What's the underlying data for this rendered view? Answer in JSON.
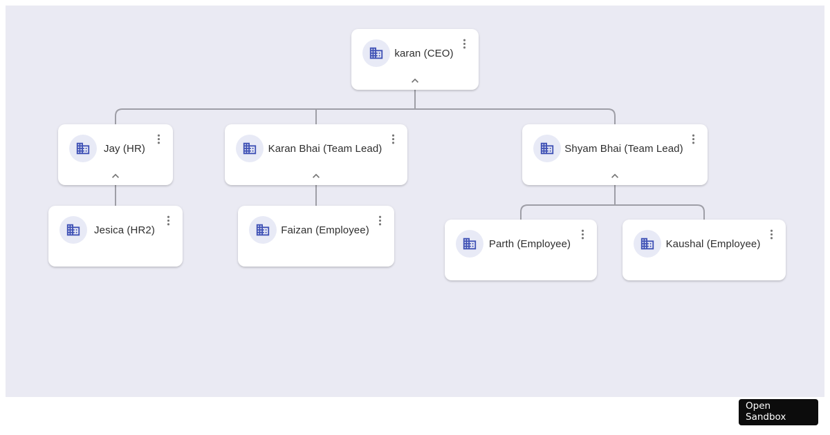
{
  "colors": {
    "page_bg": "#ffffff",
    "canvas_bg": "#eaeaf3",
    "card_bg": "#ffffff",
    "avatar_bg": "#e8eaf6",
    "building_icon": "#3f51b5",
    "label_text": "#2e2e2e",
    "muted_icon": "#757575",
    "connector_line": "#9e9ea6",
    "sandbox_button_bg": "#0c0c0c",
    "sandbox_button_text": "#ffffff"
  },
  "org_chart": {
    "nodes": [
      {
        "label": "karan (CEO)",
        "icon": "building-icon",
        "has_children": true,
        "menu_icon": "more-vert-icon",
        "collapse_icon": "chevron-up-icon"
      },
      {
        "label": "Jay (HR)",
        "icon": "building-icon",
        "has_children": true,
        "menu_icon": "more-vert-icon",
        "collapse_icon": "chevron-up-icon"
      },
      {
        "label": "Karan Bhai (Team Lead)",
        "icon": "building-icon",
        "has_children": true,
        "menu_icon": "more-vert-icon",
        "collapse_icon": "chevron-up-icon"
      },
      {
        "label": "Shyam Bhai (Team Lead)",
        "icon": "building-icon",
        "has_children": true,
        "menu_icon": "more-vert-icon",
        "collapse_icon": "chevron-up-icon"
      },
      {
        "label": "Jesica (HR2)",
        "icon": "building-icon",
        "has_children": false,
        "menu_icon": "more-vert-icon"
      },
      {
        "label": "Faizan (Employee)",
        "icon": "building-icon",
        "has_children": false,
        "menu_icon": "more-vert-icon"
      },
      {
        "label": "Parth (Employee)",
        "icon": "building-icon",
        "has_children": false,
        "menu_icon": "more-vert-icon"
      },
      {
        "label": "Kaushal (Employee)",
        "icon": "building-icon",
        "has_children": false,
        "menu_icon": "more-vert-icon"
      }
    ],
    "hierarchy": {
      "karan (CEO)": [
        "Jay (HR)",
        "Karan Bhai (Team Lead)",
        "Shyam Bhai (Team Lead)"
      ],
      "Jay (HR)": [
        "Jesica (HR2)"
      ],
      "Karan Bhai (Team Lead)": [
        "Faizan (Employee)"
      ],
      "Shyam Bhai (Team Lead)": [
        "Parth (Employee)",
        "Kaushal (Employee)"
      ]
    }
  },
  "sandbox_button": {
    "label": "Open Sandbox"
  }
}
